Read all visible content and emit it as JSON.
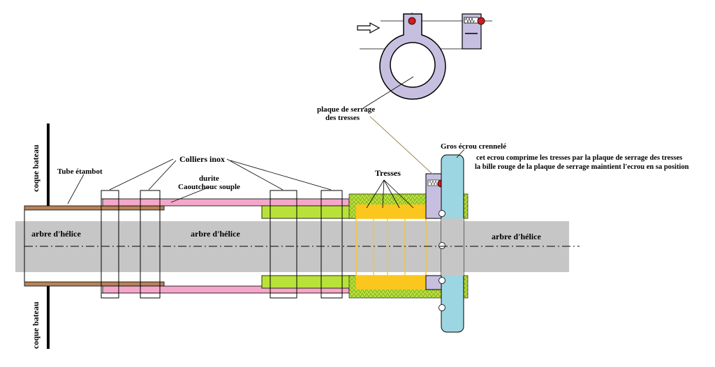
{
  "labels": {
    "coque_bateau_top": "coque bateau",
    "coque_bateau_bottom": "coque bateau",
    "tube_etambot": "Tube étambot",
    "colliers_inox": "Colliers inox",
    "durite_line1": "durite",
    "durite_line2": "Caoutchouc  souple",
    "arbre_left": "arbre d'hélice",
    "arbre_center": "arbre d'hélice",
    "arbre_right": "arbre d'hélice",
    "tresses": "Tresses",
    "plaque_line1": "plaque de serrage",
    "plaque_line2": "des tresses",
    "gros_ecrou": "Gros écrou  crennelé",
    "note_line1": "cet ecrou comprime les tresses par la plaque de serrage des tresses",
    "note_line2": "la bille rouge de la plaque de serrage maintient l'ecrou en sa position"
  },
  "colors": {
    "shaft": "#c6c6c6",
    "stern_tube": "#b5835a",
    "hose": "#f4a7c8",
    "threaded_sleeve": "#b8e23a",
    "packing": "#fbc61e",
    "pressure_plate": "#c6bfe0",
    "nut": "#9cd6e2",
    "ball": "#d41c1c",
    "leader": "#9a8a5a"
  }
}
